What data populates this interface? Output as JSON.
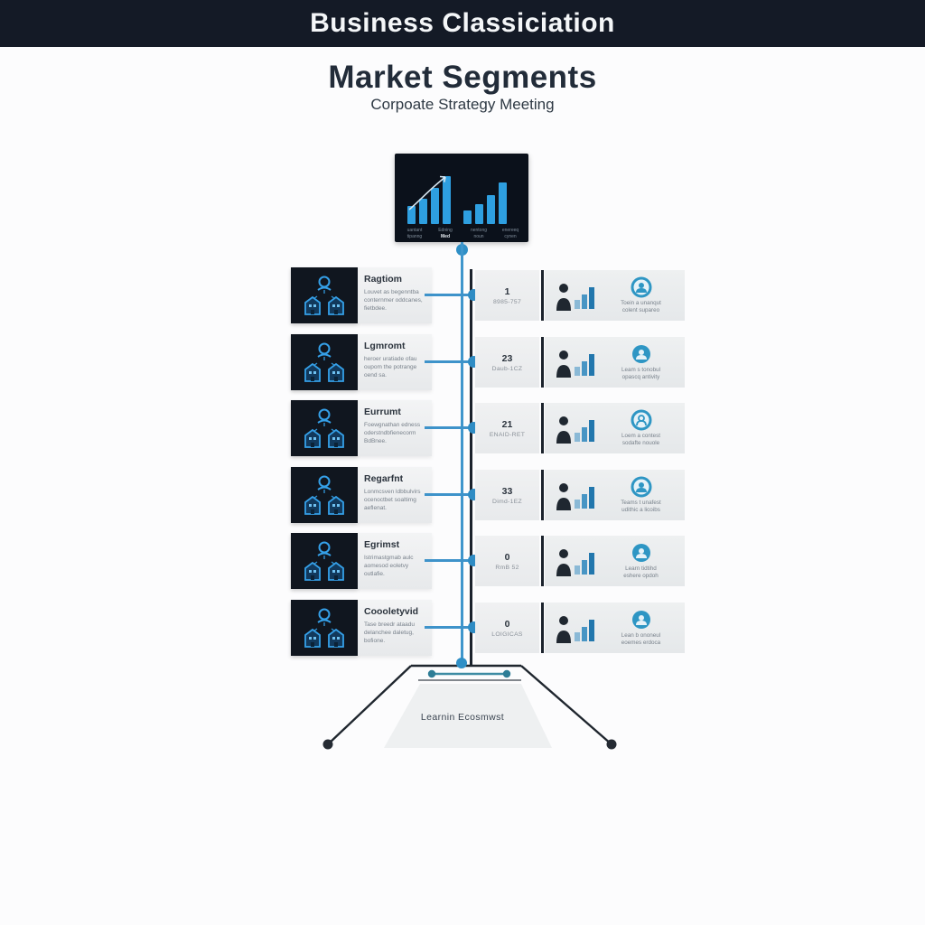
{
  "header": {
    "title": "Business Classiciation"
  },
  "page": {
    "title": "Market Segments",
    "subtitle": "Corpoate Strategy Meeting"
  },
  "chart_panel": {
    "type": "bar",
    "bar_color": "#2e9fe0",
    "bg_color": "#0b111b",
    "groups": [
      {
        "bars": [
          20,
          28,
          40,
          53
        ]
      },
      {
        "bars": [
          15,
          22,
          32,
          46
        ]
      }
    ],
    "labels": [
      {
        "line1": "uantant",
        "line2": "tipanng"
      },
      {
        "line1": "Edning",
        "line2": "Med"
      },
      {
        "line1": "nentong",
        "line2": "noun"
      },
      {
        "line1": "enereeq",
        "line2": "cynen"
      }
    ]
  },
  "rows": [
    {
      "title": "Ragtiom",
      "description": "Louvet as begenntba conternmer oddcanes, fietbdee.",
      "value": "1",
      "code": "8985-757",
      "detail_line1": "Toein a unanqut",
      "detail_line2": "colent supareo"
    },
    {
      "title": "Lgmromt",
      "description": "heroer uratiade ofau oupom the potrange oend sa.",
      "value": "23",
      "code": "Daub-1CZ",
      "detail_line1": "Leam s tonobul",
      "detail_line2": "opascq antivity"
    },
    {
      "title": "Eurrumt",
      "description": "Foewgnathan edness oderstndbfienecorm BdBnee.",
      "value": "21",
      "code": "ENAID-RET",
      "detail_line1": "Loem a contest",
      "detail_line2": "sodafte nouole"
    },
    {
      "title": "Regarfnt",
      "description": "Lonmcsven ldbbulvirs ocenoctbet soaltimg aeflenat.",
      "value": "33",
      "code": "Dimd-1EZ",
      "detail_line1": "Teams t unafest",
      "detail_line2": "udithic a licoibs"
    },
    {
      "title": "Egrimst",
      "description": "Istrimastgmab aulc aomesod eoletvy outlafie.",
      "value": "0",
      "code": "RmB 52",
      "detail_line1": "Learn tidtihd",
      "detail_line2": "eshere opdoh"
    },
    {
      "title": "Coooletyvid",
      "description": "Tase breedr ataadu delanchee daletug, bofione.",
      "value": "0",
      "code": "LOIGICAS",
      "detail_line1": "Lean b ononeul",
      "detail_line2": "eoemes erdoca"
    }
  ],
  "footer": {
    "label": "Learnin Ecosmwst"
  },
  "colors": {
    "header_bg": "#141a26",
    "accent_blue": "#2f8fc6",
    "icon_blue": "#35a0e8",
    "dark_line": "#1b222c",
    "teal": "#2e7d96",
    "card_gray": "#eceef0"
  }
}
